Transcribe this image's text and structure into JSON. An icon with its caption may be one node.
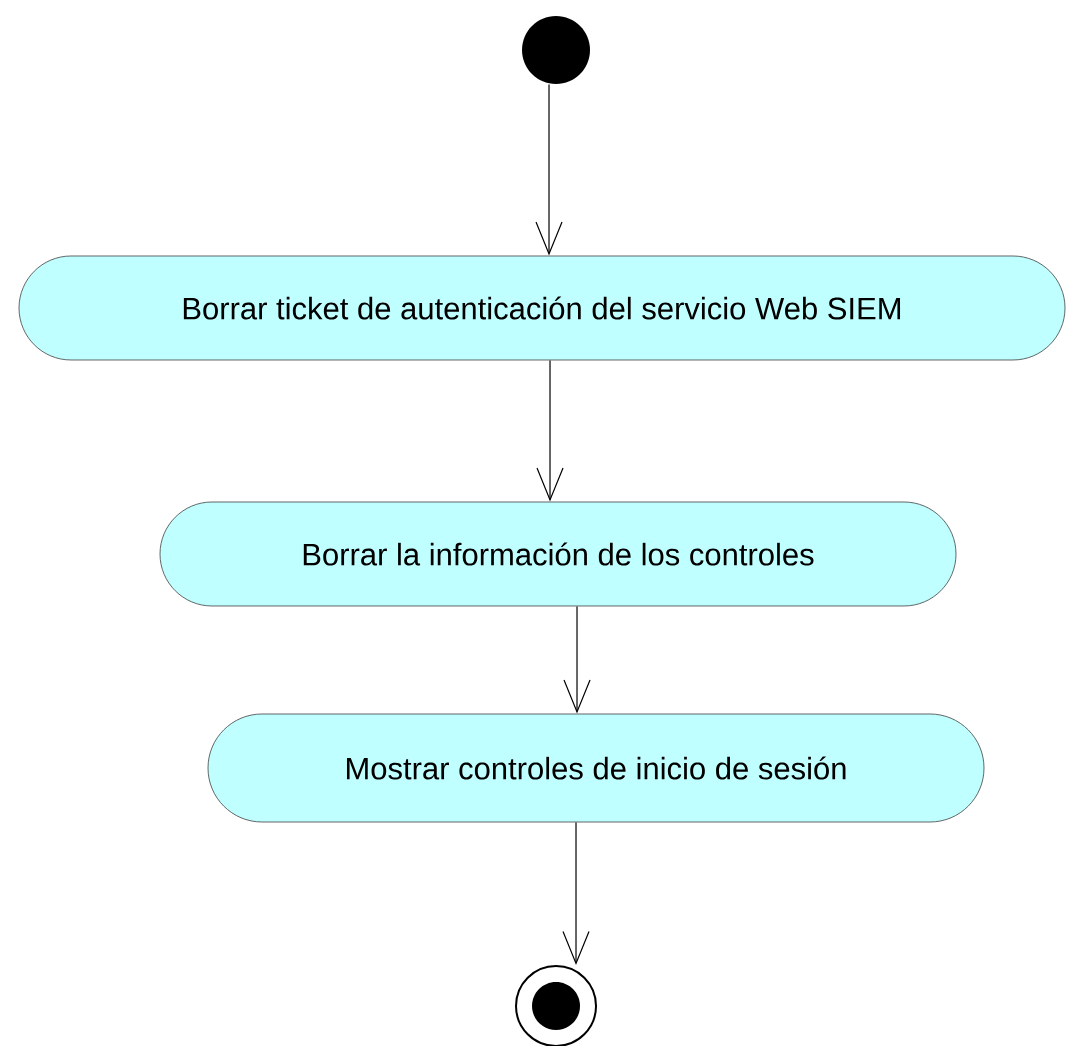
{
  "diagram": {
    "nodes": [
      {
        "text": [],
        "shape": "circle"
      },
      {
        "text": [
          "Borrar ticket de autenticación del servicio Web SIEM"
        ]
      },
      {
        "text": [
          "Borrar la información de los controles"
        ]
      },
      {
        "text": [
          "Mostrar controles de inicio de sesión"
        ]
      },
      {
        "text": [],
        "shape": "bullseye"
      }
    ],
    "edges": [
      {
        "from": 0,
        "to": 1,
        "arrow": "to"
      },
      {
        "from": 1,
        "to": 2,
        "arrow": "to"
      },
      {
        "from": 2,
        "to": 3,
        "arrow": "to"
      },
      {
        "from": 3,
        "to": 4,
        "arrow": "to"
      }
    ]
  }
}
